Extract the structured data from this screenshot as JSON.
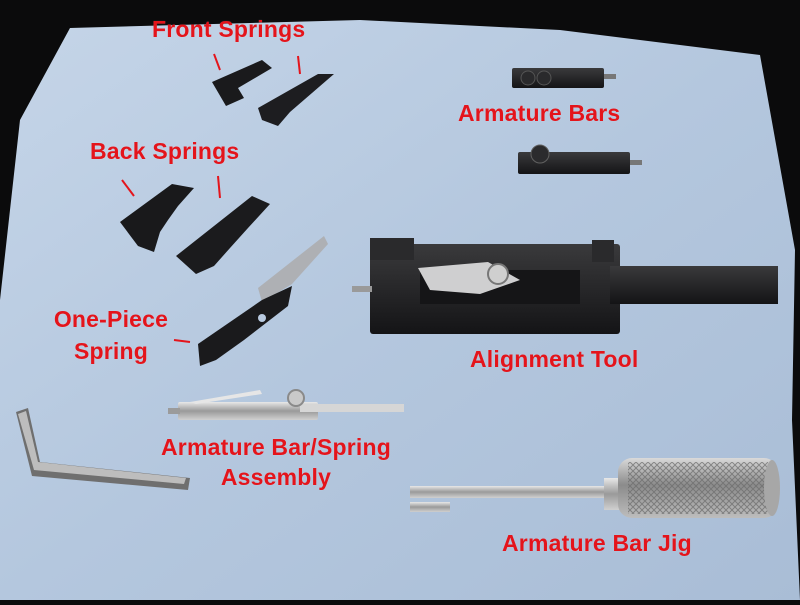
{
  "labels": {
    "front_springs": "Front Springs",
    "back_springs": "Back Springs",
    "one_piece_line1": "One-Piece",
    "one_piece_line2": "Spring",
    "armature_bars": "Armature Bars",
    "alignment_tool": "Alignment Tool",
    "assembly_line1": "Armature Bar/Spring",
    "assembly_line2": "Assembly",
    "armature_bar_jig": "Armature Bar Jig"
  },
  "colors": {
    "label": "#e4141b",
    "cloth": "#b9cbe1",
    "background": "#0b0b0c",
    "metal_dark": "#1c1c1e",
    "metal_light": "#c8c8c8"
  }
}
